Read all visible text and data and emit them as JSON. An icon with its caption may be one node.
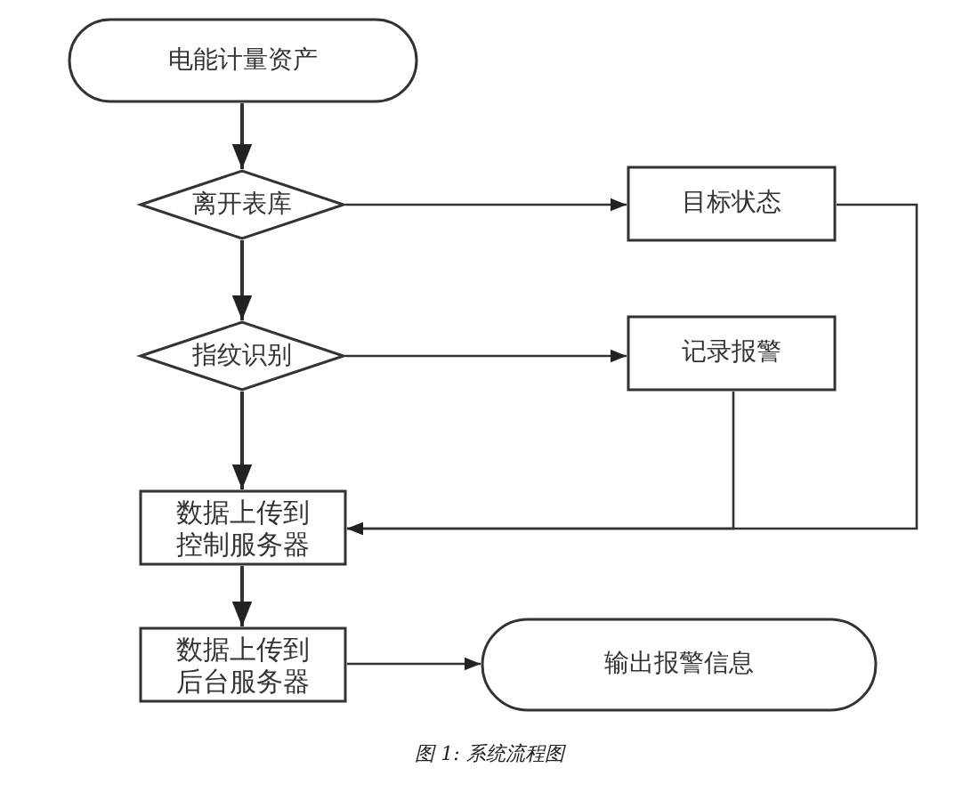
{
  "diagram": {
    "caption": "图 1:  系统流程图",
    "nodes": [
      {
        "text": [
          "电能计量资产"
        ]
      },
      {
        "text": [
          "离开表库"
        ]
      },
      {
        "text": [
          "目标状态"
        ]
      },
      {
        "text": [
          "指纹识别"
        ]
      },
      {
        "text": [
          "记录报警"
        ]
      },
      {
        "text": [
          "数据上传到控制服务器"
        ]
      },
      {
        "text": [
          "数据上传到后台服务器"
        ]
      },
      {
        "text": [
          "输出报警信息"
        ]
      }
    ],
    "edges": [
      {
        "from": 0,
        "to": 1,
        "arrow": "to"
      },
      {
        "from": 1,
        "to": 2,
        "arrow": "to"
      },
      {
        "from": 1,
        "to": 3,
        "arrow": "to"
      },
      {
        "from": 3,
        "to": 4,
        "arrow": "to"
      },
      {
        "from": 3,
        "to": 5,
        "arrow": "to"
      },
      {
        "from": 2,
        "to": 5,
        "arrow": "to"
      },
      {
        "from": 4,
        "to": 5,
        "arrow": "to"
      },
      {
        "from": 5,
        "to": 6,
        "arrow": "to"
      },
      {
        "from": 6,
        "to": 7,
        "arrow": "to"
      }
    ]
  }
}
